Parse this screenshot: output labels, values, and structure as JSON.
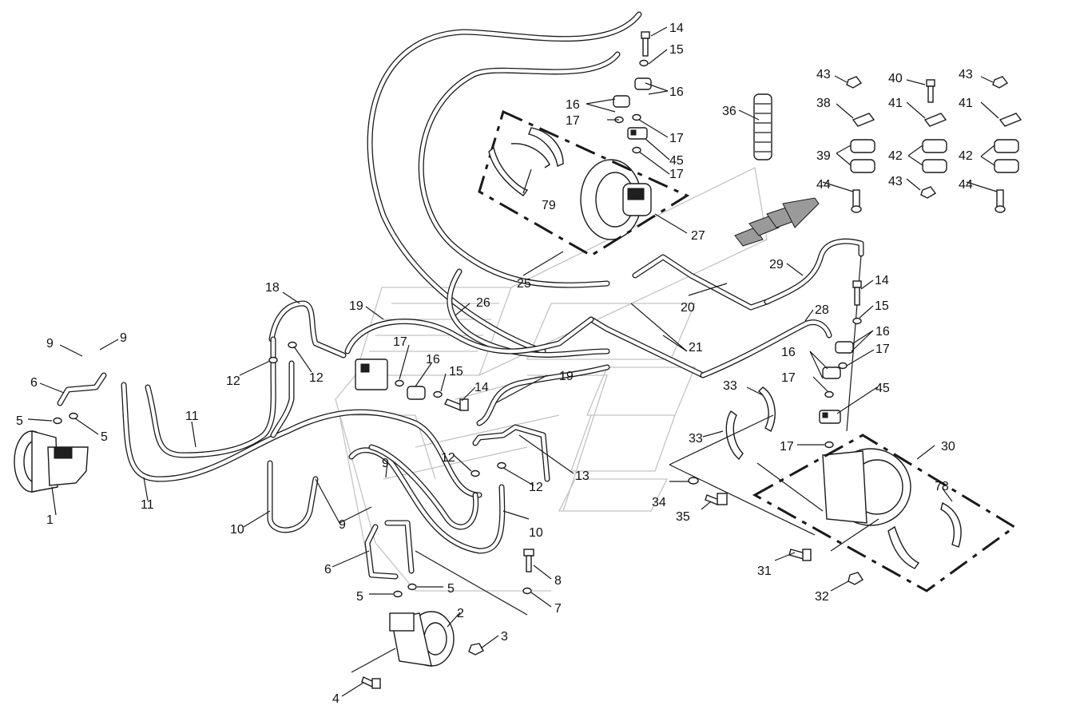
{
  "diagram": {
    "callouts": [
      {
        "id": "c1",
        "text": "1"
      },
      {
        "id": "c2",
        "text": "2"
      },
      {
        "id": "c3",
        "text": "3"
      },
      {
        "id": "c4",
        "text": "4"
      },
      {
        "id": "c5a",
        "text": "5"
      },
      {
        "id": "c5b",
        "text": "5"
      },
      {
        "id": "c5c",
        "text": "5"
      },
      {
        "id": "c5d",
        "text": "5"
      },
      {
        "id": "c6a",
        "text": "6"
      },
      {
        "id": "c6b",
        "text": "6"
      },
      {
        "id": "c7",
        "text": "7"
      },
      {
        "id": "c8",
        "text": "8"
      },
      {
        "id": "c9a",
        "text": "9"
      },
      {
        "id": "c9b",
        "text": "9"
      },
      {
        "id": "c9c",
        "text": "9"
      },
      {
        "id": "c9d",
        "text": "9"
      },
      {
        "id": "c10a",
        "text": "10"
      },
      {
        "id": "c10b",
        "text": "10"
      },
      {
        "id": "c11a",
        "text": "11"
      },
      {
        "id": "c11b",
        "text": "11"
      },
      {
        "id": "c12a",
        "text": "12"
      },
      {
        "id": "c12b",
        "text": "12"
      },
      {
        "id": "c12c",
        "text": "12"
      },
      {
        "id": "c12d",
        "text": "12"
      },
      {
        "id": "c13",
        "text": "13"
      },
      {
        "id": "c14a",
        "text": "14"
      },
      {
        "id": "c14b",
        "text": "14"
      },
      {
        "id": "c14c",
        "text": "14"
      },
      {
        "id": "c15a",
        "text": "15"
      },
      {
        "id": "c15b",
        "text": "15"
      },
      {
        "id": "c15c",
        "text": "15"
      },
      {
        "id": "c16a",
        "text": "16"
      },
      {
        "id": "c16b",
        "text": "16"
      },
      {
        "id": "c16c",
        "text": "16"
      },
      {
        "id": "c16d",
        "text": "16"
      },
      {
        "id": "c16e",
        "text": "16"
      },
      {
        "id": "c17a",
        "text": "17"
      },
      {
        "id": "c17b",
        "text": "17"
      },
      {
        "id": "c17c",
        "text": "17"
      },
      {
        "id": "c17d",
        "text": "17"
      },
      {
        "id": "c17e",
        "text": "17"
      },
      {
        "id": "c17f",
        "text": "17"
      },
      {
        "id": "c17g",
        "text": "17"
      },
      {
        "id": "c18",
        "text": "18"
      },
      {
        "id": "c19a",
        "text": "19"
      },
      {
        "id": "c19b",
        "text": "19"
      },
      {
        "id": "c20",
        "text": "20"
      },
      {
        "id": "c21",
        "text": "21"
      },
      {
        "id": "c25",
        "text": "25"
      },
      {
        "id": "c26",
        "text": "26"
      },
      {
        "id": "c27",
        "text": "27"
      },
      {
        "id": "c28",
        "text": "28"
      },
      {
        "id": "c29",
        "text": "29"
      },
      {
        "id": "c30",
        "text": "30"
      },
      {
        "id": "c31",
        "text": "31"
      },
      {
        "id": "c32",
        "text": "32"
      },
      {
        "id": "c33a",
        "text": "33"
      },
      {
        "id": "c33b",
        "text": "33"
      },
      {
        "id": "c34",
        "text": "34"
      },
      {
        "id": "c35",
        "text": "35"
      },
      {
        "id": "c36",
        "text": "36"
      },
      {
        "id": "c38",
        "text": "38"
      },
      {
        "id": "c39",
        "text": "39"
      },
      {
        "id": "c40",
        "text": "40"
      },
      {
        "id": "c41a",
        "text": "41"
      },
      {
        "id": "c41b",
        "text": "41"
      },
      {
        "id": "c42a",
        "text": "42"
      },
      {
        "id": "c42b",
        "text": "42"
      },
      {
        "id": "c43a",
        "text": "43"
      },
      {
        "id": "c43b",
        "text": "43"
      },
      {
        "id": "c43c",
        "text": "43"
      },
      {
        "id": "c44a",
        "text": "44"
      },
      {
        "id": "c44b",
        "text": "44"
      },
      {
        "id": "c45a",
        "text": "45"
      },
      {
        "id": "c45b",
        "text": "45"
      },
      {
        "id": "c78",
        "text": "78"
      },
      {
        "id": "c79",
        "text": "79"
      }
    ],
    "colors": {
      "line": "#1a1a1a",
      "ghost": "#c4c4c4",
      "background": "#ffffff"
    }
  }
}
